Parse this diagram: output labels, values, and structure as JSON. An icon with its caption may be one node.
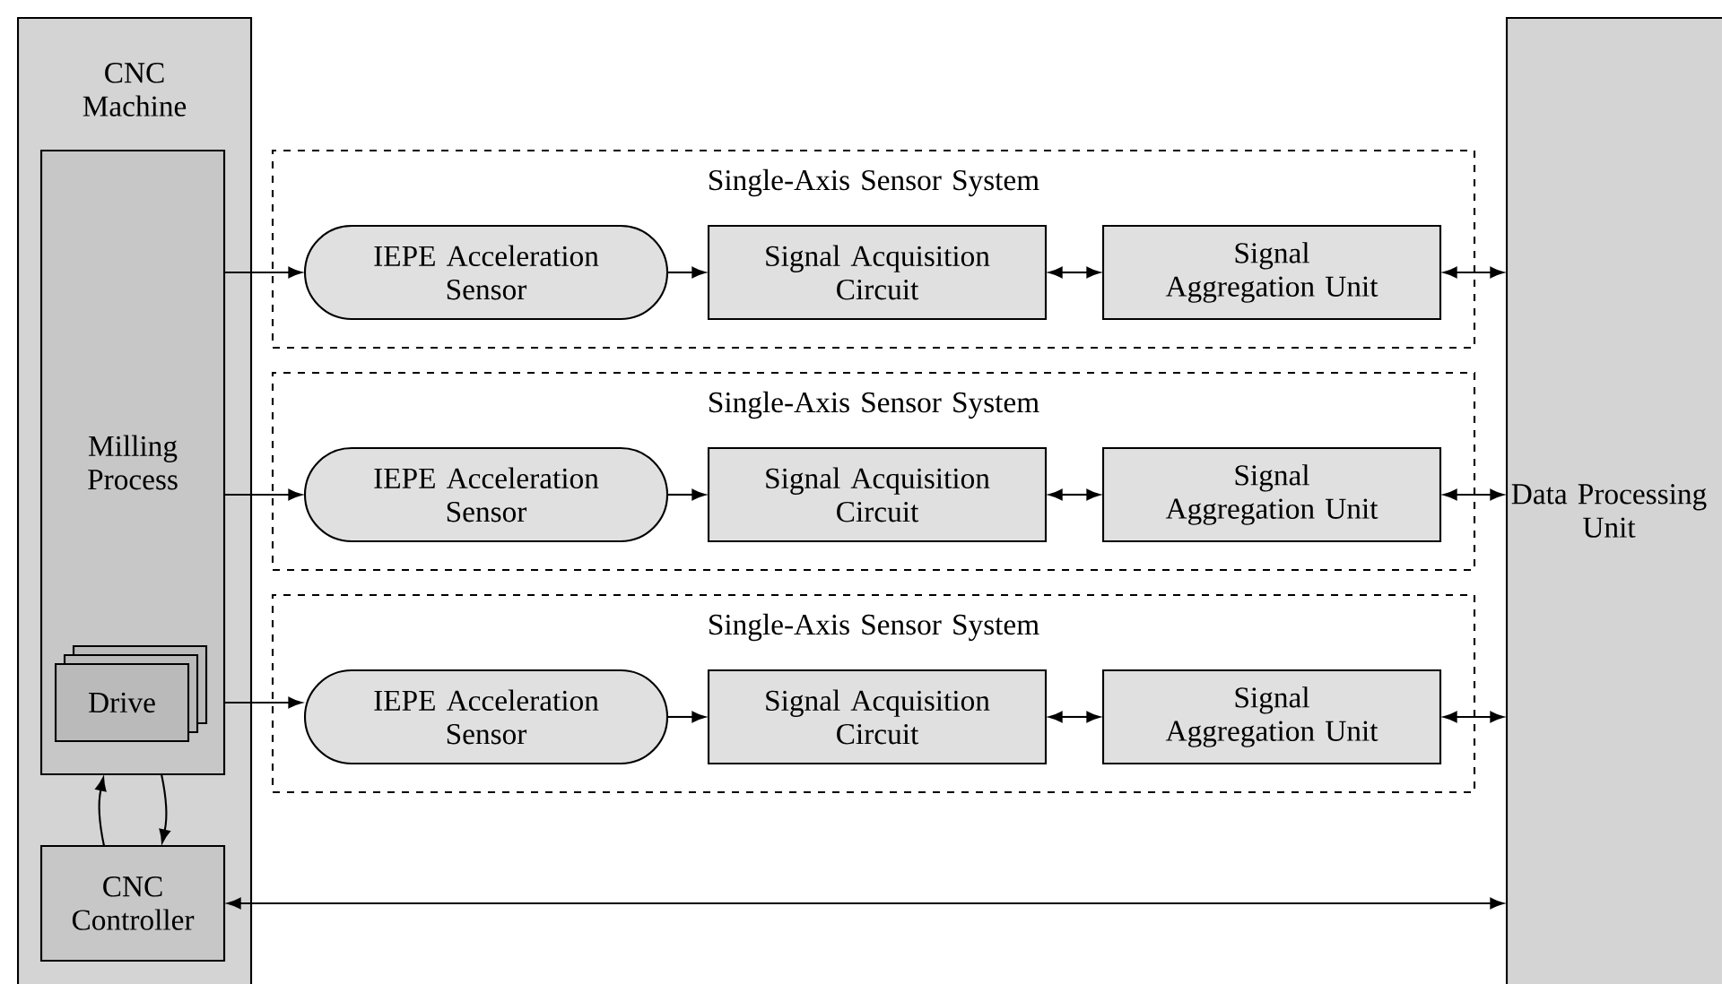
{
  "diagram": {
    "nodes": [
      {
        "text": [
          "CNC Machine"
        ]
      },
      {
        "text": [
          "Milling Process"
        ],
        "in": 0
      },
      {
        "text": [
          "Drive"
        ],
        "in": 1
      },
      {
        "text": [
          "CNC Controller"
        ],
        "in": 0
      },
      {
        "text": [
          "Data Processing Unit"
        ]
      },
      {
        "text": [
          "Single-Axis Sensor System"
        ]
      },
      {
        "text": [
          "IEPE Acceleration Sensor"
        ],
        "in": 5
      },
      {
        "text": [
          "Signal Acquisition Circuit"
        ],
        "in": 5
      },
      {
        "text": [
          "Signal Aggregation Unit"
        ],
        "in": 5
      },
      {
        "text": [
          "Single-Axis Sensor System"
        ]
      },
      {
        "text": [
          "IEPE Acceleration Sensor"
        ],
        "in": 9
      },
      {
        "text": [
          "Signal Acquisition Circuit"
        ],
        "in": 9
      },
      {
        "text": [
          "Signal Aggregation Unit"
        ],
        "in": 9
      },
      {
        "text": [
          "Single-Axis Sensor System"
        ]
      },
      {
        "text": [
          "IEPE Acceleration Sensor"
        ],
        "in": 13
      },
      {
        "text": [
          "Signal Acquisition Circuit"
        ],
        "in": 13
      },
      {
        "text": [
          "Signal Aggregation Unit"
        ],
        "in": 13
      }
    ],
    "edges": [
      {
        "from": 1,
        "to": 6,
        "arrow": "to"
      },
      {
        "from": 6,
        "to": 7,
        "arrow": "to"
      },
      {
        "from": 7,
        "to": 8,
        "arrow": "both"
      },
      {
        "from": 8,
        "to": 4,
        "arrow": "both"
      },
      {
        "from": 1,
        "to": 10,
        "arrow": "to"
      },
      {
        "from": 10,
        "to": 11,
        "arrow": "to"
      },
      {
        "from": 11,
        "to": 12,
        "arrow": "both"
      },
      {
        "from": 12,
        "to": 4,
        "arrow": "both"
      },
      {
        "from": 2,
        "to": 14,
        "arrow": "to"
      },
      {
        "from": 14,
        "to": 15,
        "arrow": "to"
      },
      {
        "from": 15,
        "to": 16,
        "arrow": "both"
      },
      {
        "from": 16,
        "to": 4,
        "arrow": "both"
      },
      {
        "from": 3,
        "to": 1,
        "arrow": "to"
      },
      {
        "from": 1,
        "to": 3,
        "arrow": "to"
      },
      {
        "from": 3,
        "to": 4,
        "arrow": "both"
      }
    ]
  }
}
